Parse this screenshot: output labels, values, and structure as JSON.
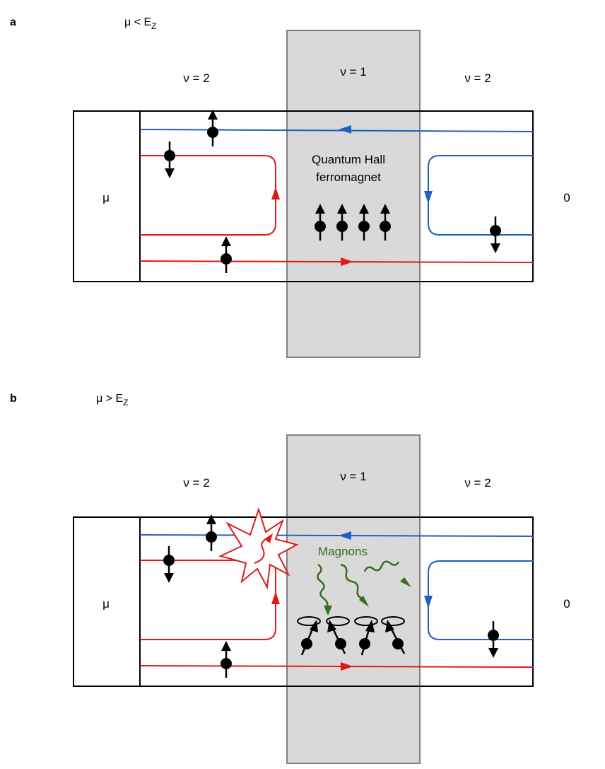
{
  "panel_a": {
    "letter": "a",
    "condition": "μ < E",
    "condition_sub": "Z",
    "nu_left": "ν = 2",
    "nu_center": "ν = 1",
    "nu_right": "ν = 2",
    "contact_left": "μ",
    "contact_right": "0",
    "center_label_1": "Quantum Hall",
    "center_label_2": "ferromagnet"
  },
  "panel_b": {
    "letter": "b",
    "condition": "μ > E",
    "condition_sub": "Z",
    "nu_left": "ν = 2",
    "nu_center": "ν = 1",
    "nu_right": "ν = 2",
    "contact_left": "μ",
    "contact_right": "0",
    "magnons_label": "Magnons"
  },
  "colors": {
    "blue_edge": "#1f5fbf",
    "red_edge": "#e01a1a",
    "magnon_green": "#3a6b1e",
    "gray_region": "#d9d9d9",
    "gray_border": "#808080"
  },
  "icons": [
    "spin-up-icon",
    "spin-down-icon",
    "tilted-spin-icon",
    "explosion-icon",
    "magnon-wave-icon"
  ]
}
